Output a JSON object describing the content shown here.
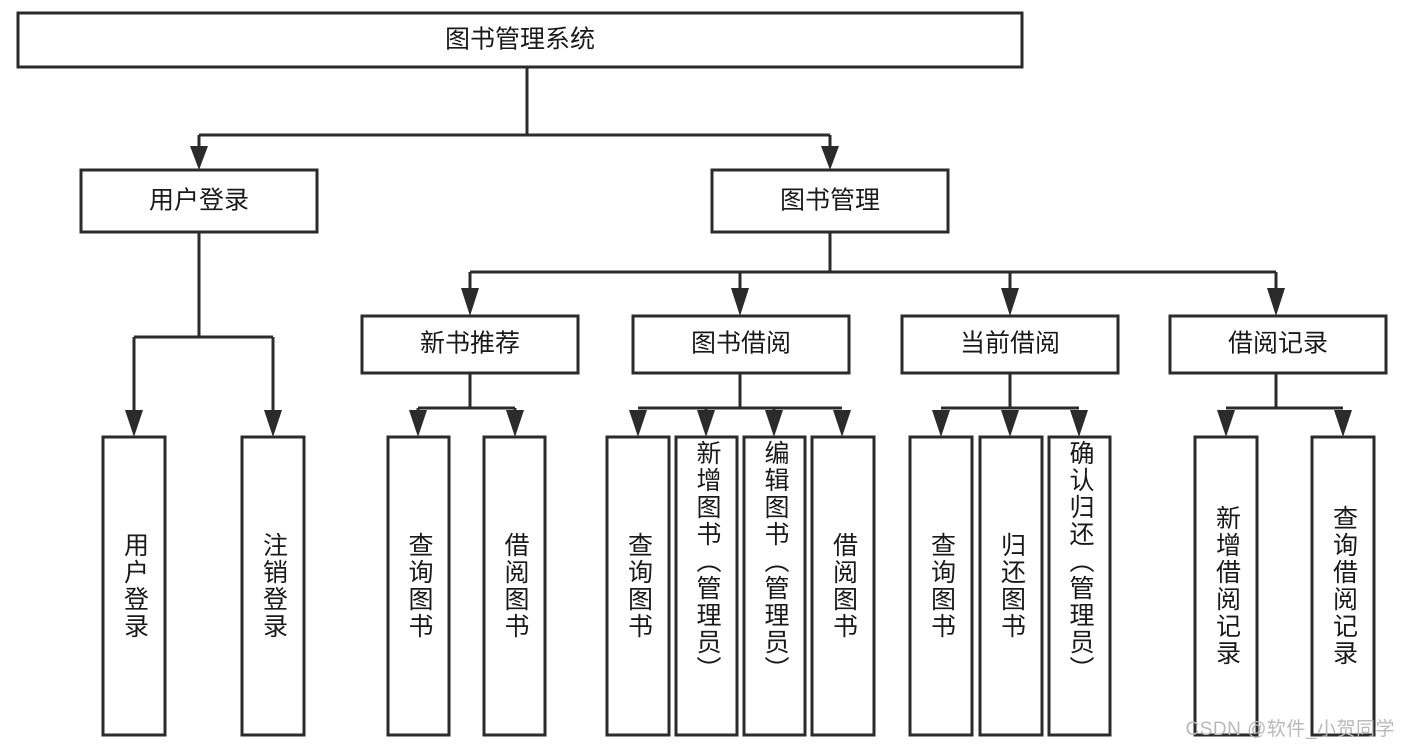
{
  "diagram": {
    "title": "图书管理系统",
    "type": "tree-hierarchy-diagram",
    "orientation": "top-down",
    "colors": {
      "box_stroke": "#2b2b2b",
      "box_fill": "#ffffff",
      "text": "#1a1a1a",
      "background": "#ffffff",
      "watermark": "#b9b9b9"
    },
    "root": {
      "label": "图书管理系统"
    },
    "level2": [
      {
        "label": "用户登录"
      },
      {
        "label": "图书管理"
      }
    ],
    "level3": [
      {
        "label": "新书推荐"
      },
      {
        "label": "图书借阅"
      },
      {
        "label": "当前借阅"
      },
      {
        "label": "借阅记录"
      }
    ],
    "leaves": {
      "user_login": [
        {
          "label": "用户登录"
        },
        {
          "label": "注销登录"
        }
      ],
      "new_book_recommend": [
        {
          "label": "查询图书"
        },
        {
          "label": "借阅图书"
        }
      ],
      "book_borrow": [
        {
          "label": "查询图书"
        },
        {
          "label": "新增图书（管理员）"
        },
        {
          "label": "编辑图书（管理员）"
        },
        {
          "label": "借阅图书"
        }
      ],
      "current_borrow": [
        {
          "label": "查询图书"
        },
        {
          "label": "归还图书"
        },
        {
          "label": "确认归还（管理员）"
        }
      ],
      "borrow_record": [
        {
          "label": "新增借阅记录"
        },
        {
          "label": "查询借阅记录"
        }
      ]
    }
  },
  "watermark": {
    "text": "CSDN @软件_小贺同学"
  }
}
